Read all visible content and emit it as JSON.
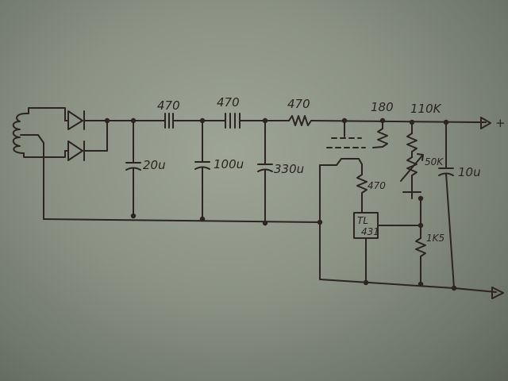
{
  "labels": {
    "r1": "470",
    "r2": "470",
    "r3": "470",
    "r_top": "180",
    "r_110k": "110K",
    "pot_50k": "50K",
    "r_1k5": "1K5",
    "r_470_lower": "470",
    "c1": "20u",
    "c2": "100u",
    "c3": "330u",
    "c_out": "10u",
    "ic_line1": "TL",
    "ic_line2": "431",
    "out_pos": "+"
  }
}
